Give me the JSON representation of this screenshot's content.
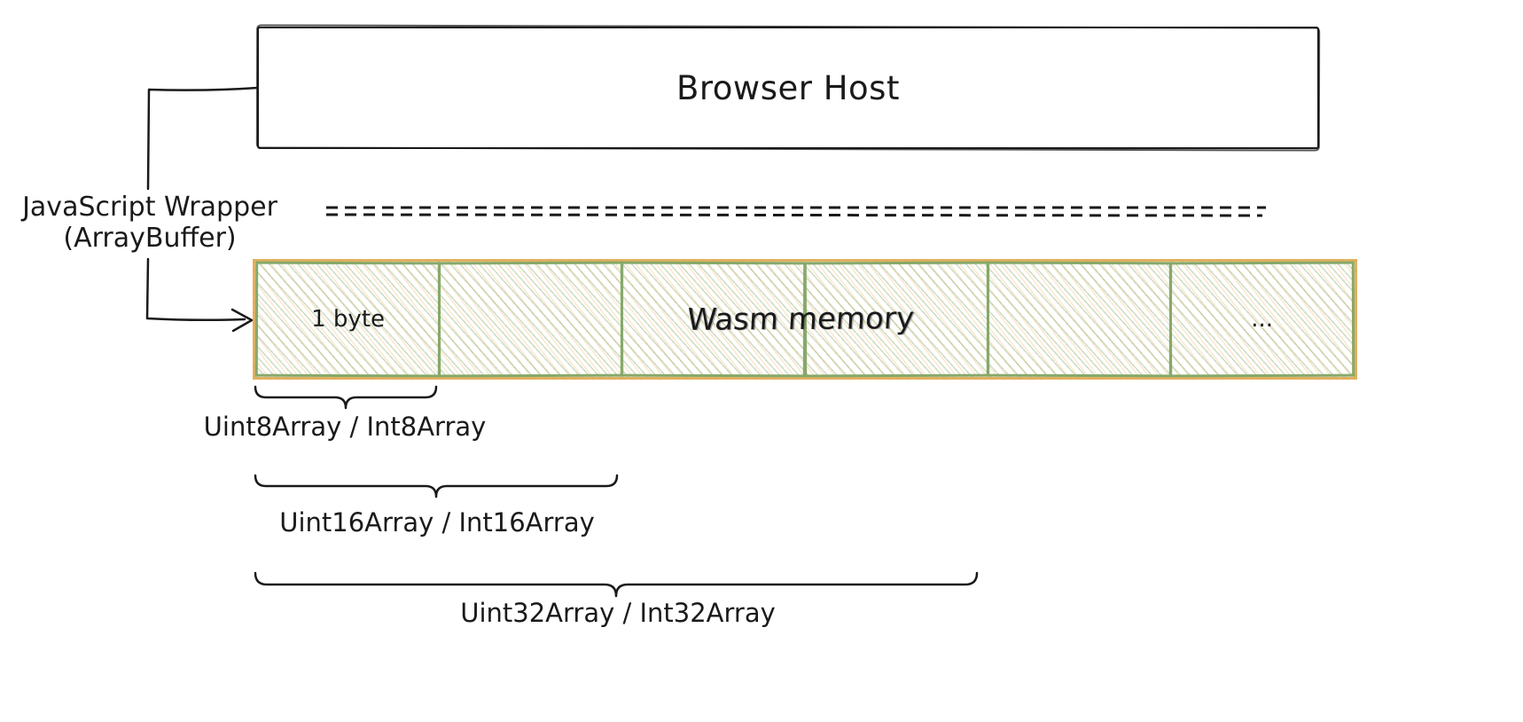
{
  "browser_host": {
    "title": "Browser Host"
  },
  "js_wrapper": {
    "label_line1": "JavaScript Wrapper",
    "label_line2": "(ArrayBuffer)"
  },
  "wasm_memory": {
    "overlay_label": "Wasm memory",
    "cells": [
      {
        "label": "1 byte"
      },
      {
        "label": ""
      },
      {
        "label": ""
      },
      {
        "label": ""
      },
      {
        "label": ""
      },
      {
        "label": "..."
      }
    ]
  },
  "typed_arrays": {
    "brace_8": "Uint8Array / Int8Array",
    "brace_16": "Uint16Array / Int16Array",
    "brace_32": "Uint32Array / Int32Array"
  },
  "colors": {
    "ink": "#1a1a1a",
    "cell_border_green": "#86a96a",
    "outer_border_orange": "#dfa850",
    "hatch_green": "#b7cf9f",
    "hatch_orange": "#f3c98f"
  }
}
